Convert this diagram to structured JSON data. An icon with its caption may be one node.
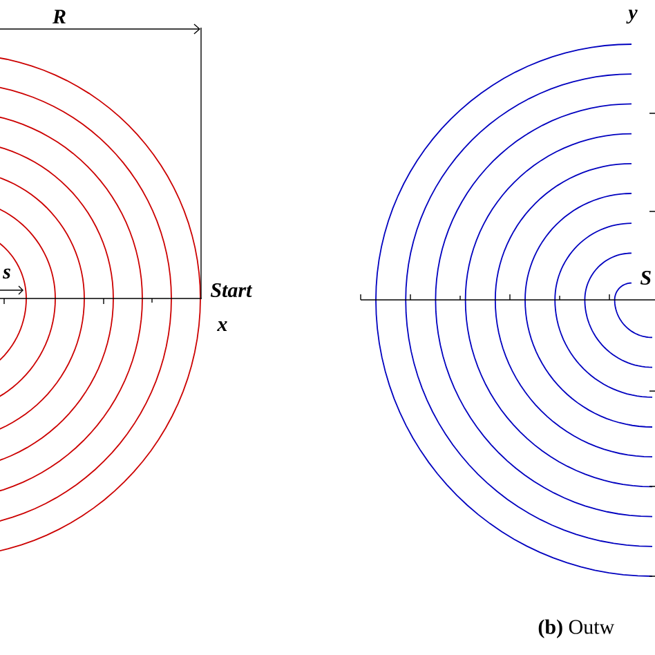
{
  "diagram": {
    "labels": [
      "R",
      "s",
      "Start",
      "x",
      "y",
      "S",
      "**(b)** Outw"
    ]
  }
}
